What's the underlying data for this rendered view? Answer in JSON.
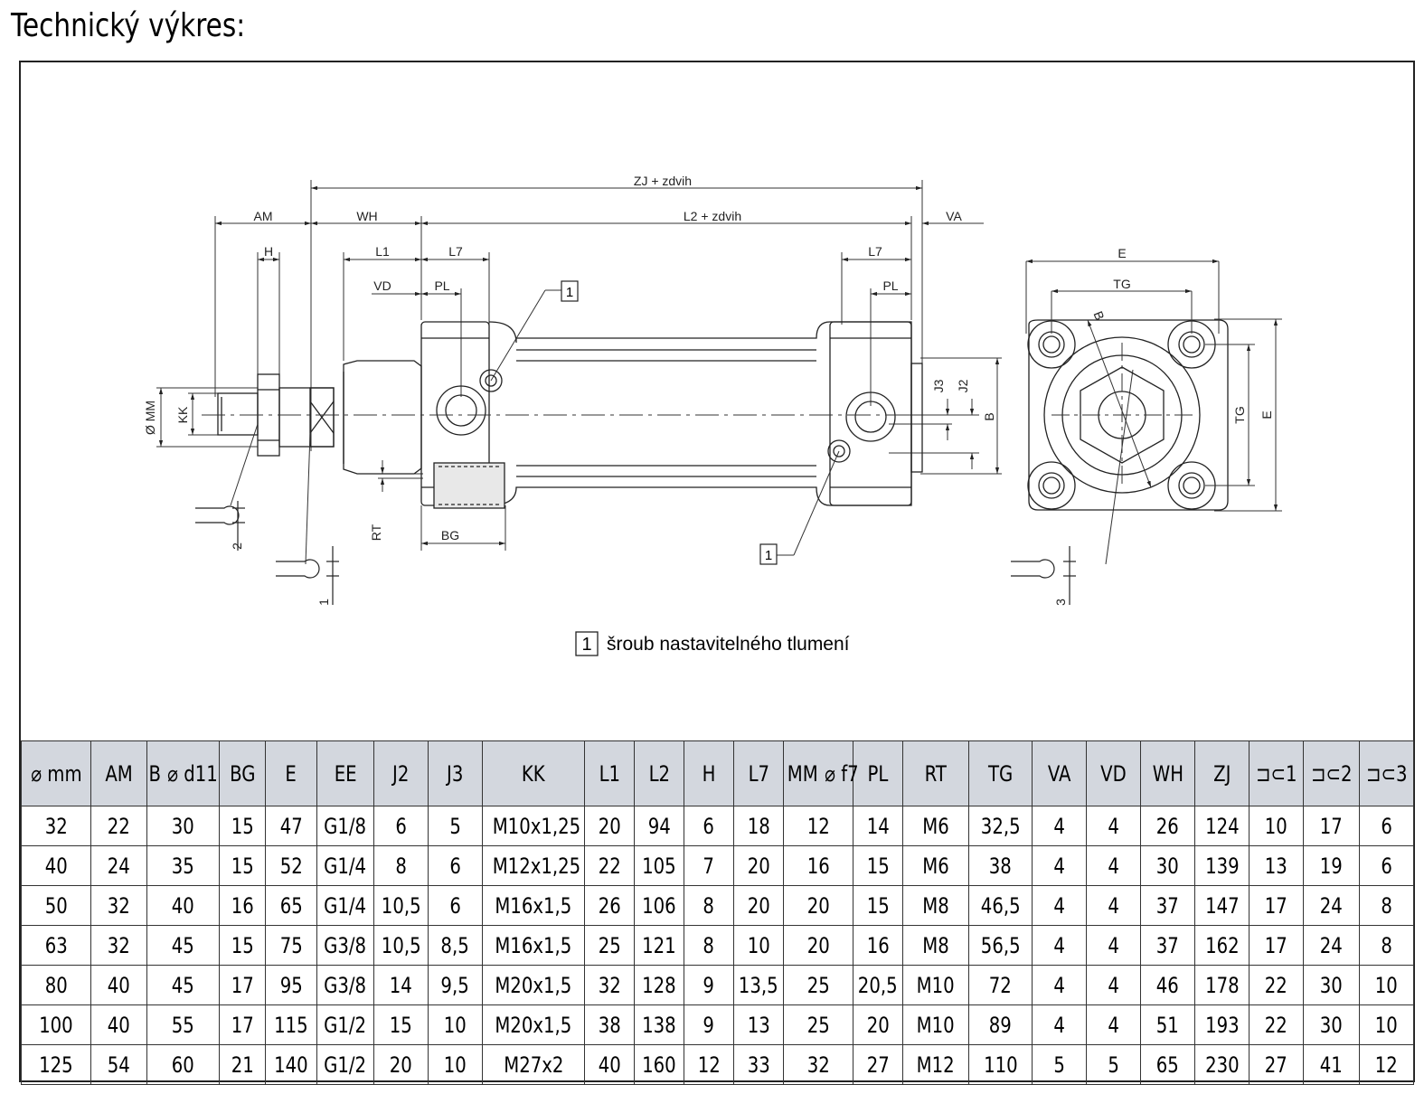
{
  "page": {
    "title": "Technický výkres:"
  },
  "drawing": {
    "dim_labels": {
      "zj": "ZJ + zdvih",
      "l2": "L2 + zdvih",
      "am": "AM",
      "wh": "WH",
      "va": "VA",
      "h": "H",
      "l1": "L1",
      "l7_left": "L7",
      "l7_right": "L7",
      "vd": "VD",
      "pl_left": "PL",
      "pl_right": "PL",
      "mm": "Ø MM",
      "kk": "KK",
      "rt": "RT",
      "bg": "BG",
      "j3": "J3",
      "j2": "J2",
      "b_side": "B",
      "e_top": "E",
      "tg_top": "TG",
      "b_diag": "B",
      "tg_side": "TG",
      "e_side": "E",
      "wrench1": "1",
      "wrench2": "2",
      "wrench3": "3"
    },
    "callout_number": "1",
    "legend": {
      "number": "1",
      "text": "šroub nastavitelného tlumení"
    }
  },
  "table": {
    "headers": [
      [
        "⌀ mm"
      ],
      [
        "AM"
      ],
      [
        "B",
        "⌀ d11"
      ],
      [
        "BG"
      ],
      [
        "E"
      ],
      [
        "EE"
      ],
      [
        "J2"
      ],
      [
        "J3"
      ],
      [
        "KK"
      ],
      [
        "L1"
      ],
      [
        "L2"
      ],
      [
        "H"
      ],
      [
        "L7"
      ],
      [
        "MM",
        "⌀ f7"
      ],
      [
        "PL"
      ],
      [
        "RT"
      ],
      [
        "TG"
      ],
      [
        "VA"
      ],
      [
        "VD"
      ],
      [
        "WH"
      ],
      [
        "ZJ"
      ],
      [
        "⊐⊂1"
      ],
      [
        "⊐⊂2"
      ],
      [
        "⊐⊂3"
      ]
    ],
    "rows": [
      [
        "32",
        "22",
        "30",
        "15",
        "47",
        "G1/8",
        "6",
        "5",
        "M10x1,25",
        "20",
        "94",
        "6",
        "18",
        "12",
        "14",
        "M6",
        "32,5",
        "4",
        "4",
        "26",
        "124",
        "10",
        "17",
        "6"
      ],
      [
        "40",
        "24",
        "35",
        "15",
        "52",
        "G1/4",
        "8",
        "6",
        "M12x1,25",
        "22",
        "105",
        "7",
        "20",
        "16",
        "15",
        "M6",
        "38",
        "4",
        "4",
        "30",
        "139",
        "13",
        "19",
        "6"
      ],
      [
        "50",
        "32",
        "40",
        "16",
        "65",
        "G1/4",
        "10,5",
        "6",
        "M16x1,5",
        "26",
        "106",
        "8",
        "20",
        "20",
        "15",
        "M8",
        "46,5",
        "4",
        "4",
        "37",
        "147",
        "17",
        "24",
        "8"
      ],
      [
        "63",
        "32",
        "45",
        "15",
        "75",
        "G3/8",
        "10,5",
        "8,5",
        "M16x1,5",
        "25",
        "121",
        "8",
        "10",
        "20",
        "16",
        "M8",
        "56,5",
        "4",
        "4",
        "37",
        "162",
        "17",
        "24",
        "8"
      ],
      [
        "80",
        "40",
        "45",
        "17",
        "95",
        "G3/8",
        "14",
        "9,5",
        "M20x1,5",
        "32",
        "128",
        "9",
        "13,5",
        "25",
        "20,5",
        "M10",
        "72",
        "4",
        "4",
        "46",
        "178",
        "22",
        "30",
        "10"
      ],
      [
        "100",
        "40",
        "55",
        "17",
        "115",
        "G1/2",
        "15",
        "10",
        "M20x1,5",
        "38",
        "138",
        "9",
        "13",
        "25",
        "20",
        "M10",
        "89",
        "4",
        "4",
        "51",
        "193",
        "22",
        "30",
        "10"
      ],
      [
        "125",
        "54",
        "60",
        "21",
        "140",
        "G1/2",
        "20",
        "10",
        "M27x2",
        "40",
        "160",
        "12",
        "33",
        "32",
        "27",
        "M12",
        "110",
        "5",
        "5",
        "65",
        "230",
        "27",
        "41",
        "12"
      ]
    ]
  }
}
